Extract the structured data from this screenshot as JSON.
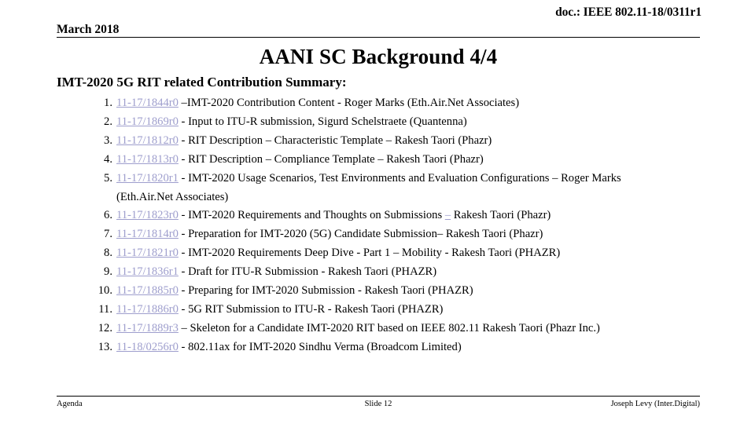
{
  "header": {
    "doc_reference": "doc.: IEEE 802.11-18/0311r1",
    "date": "March 2018"
  },
  "title": "AANI SC Background 4/4",
  "subtitle": "IMT-2020 5G RIT related Contribution Summary:",
  "list": {
    "items": [
      {
        "number": "1.",
        "link": "11-17/1844r0",
        "text": " –IMT-2020 Contribution Content - Roger Marks (Eth.Air.Net Associates)",
        "continuation": ""
      },
      {
        "number": "2.",
        "link": "11-17/1869r0",
        "text": " - Input to ITU-R submission, Sigurd Schelstraete (Quantenna)",
        "continuation": ""
      },
      {
        "number": "3.",
        "link": "11-17/1812r0",
        "text": " - RIT Description – Characteristic Template – Rakesh Taori (Phazr)",
        "continuation": ""
      },
      {
        "number": "4.",
        "link": "11-17/1813r0",
        "text": " - RIT Description – Compliance Template – Rakesh Taori (Phazr)",
        "continuation": ""
      },
      {
        "number": "5.",
        "link": "11-17/1820r1",
        "text": " - IMT-2020 Usage Scenarios, Test Environments and Evaluation Configurations – Roger Marks",
        "continuation": "(Eth.Air.Net Associates)"
      },
      {
        "number": "6.",
        "link": "11-17/1823r0",
        "text": " - IMT-2020 Requirements and Thoughts on Submissions ",
        "link2": "–",
        "text2": " Rakesh Taori (Phazr)",
        "continuation": ""
      },
      {
        "number": "7.",
        "link": "11-17/1814r0",
        "text": " - Preparation for IMT-2020 (5G) Candidate Submission– Rakesh Taori (Phazr)",
        "continuation": ""
      },
      {
        "number": "8.",
        "link": "11-17/1821r0",
        "text": " - IMT-2020 Requirements Deep Dive - Part 1 – Mobility - Rakesh Taori (PHAZR)",
        "continuation": ""
      },
      {
        "number": "9.",
        "link": "11-17/1836r1",
        "text": " - Draft for ITU-R Submission - Rakesh Taori (PHAZR)",
        "continuation": ""
      },
      {
        "number": "10.",
        "link": "11-17/1885r0",
        "text": " - Preparing for IMT-2020 Submission - Rakesh Taori (PHAZR)",
        "continuation": ""
      },
      {
        "number": "11.",
        "link": "11-17/1886r0",
        "text": " - 5G RIT Submission to ITU-R - Rakesh Taori (PHAZR)",
        "continuation": ""
      },
      {
        "number": "12.",
        "link": "11-17/1889r3",
        "text": " – Skeleton for a Candidate IMT-2020 RIT based on IEEE 802.11 Rakesh Taori (Phazr Inc.)",
        "continuation": ""
      },
      {
        "number": "13.",
        "link": "11-18/0256r0",
        "text": " - 802.11ax for IMT-2020 Sindhu Verma (Broadcom Limited)",
        "continuation": ""
      }
    ]
  },
  "footer": {
    "left": "Agenda",
    "center": "Slide 12",
    "right": "Joseph Levy (Inter.Digital)"
  },
  "colors": {
    "link": "#9e9ecd",
    "text": "#000000",
    "background": "#ffffff"
  }
}
